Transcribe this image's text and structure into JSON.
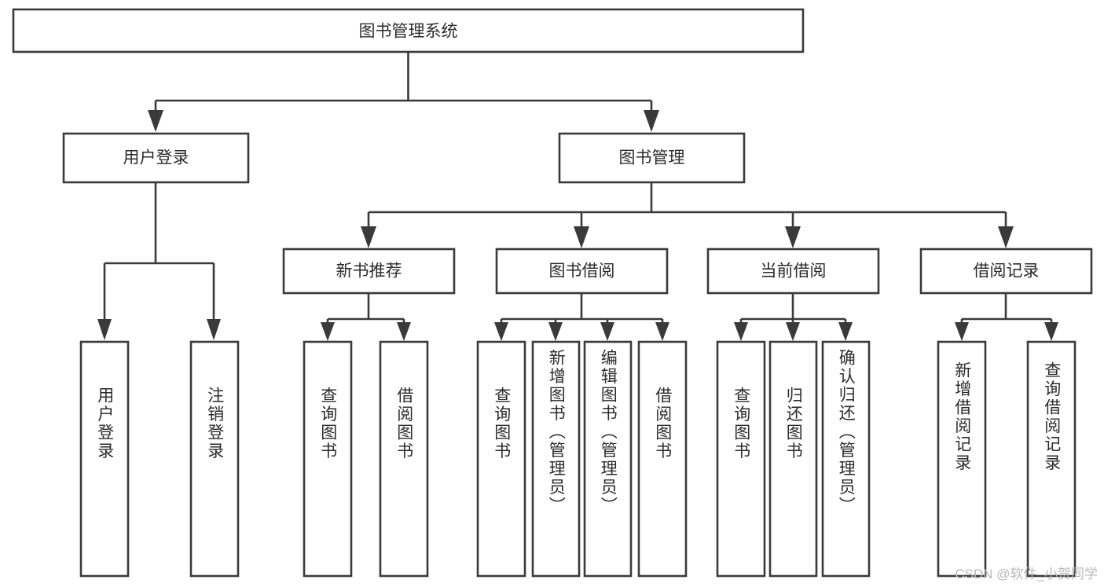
{
  "diagram": {
    "type": "tree",
    "title": "图书管理系统",
    "orientation": "top-down",
    "colors": {
      "box_stroke": "#3a3a3a",
      "box_fill": "#ffffff",
      "text": "#2b2b2b",
      "background": "#ffffff",
      "watermark": "#b9b9b9"
    },
    "root": {
      "label": "图书管理系统"
    },
    "level2": [
      {
        "id": "user-login",
        "label": "用户登录"
      },
      {
        "id": "book-manage",
        "label": "图书管理"
      }
    ],
    "level3": [
      {
        "id": "new-book-recommend",
        "label": "新书推荐"
      },
      {
        "id": "book-borrow",
        "label": "图书借阅"
      },
      {
        "id": "current-borrow",
        "label": "当前借阅"
      },
      {
        "id": "borrow-record",
        "label": "借阅记录"
      }
    ],
    "leaves": {
      "user_login": [
        {
          "id": "leaf-user-login",
          "label": "用户登录"
        },
        {
          "id": "leaf-logout-login",
          "label": "注销登录"
        }
      ],
      "new_book_recommend": [
        {
          "id": "leaf-query-book-1",
          "label": "查询图书"
        },
        {
          "id": "leaf-borrow-book-1",
          "label": "借阅图书"
        }
      ],
      "book_borrow": [
        {
          "id": "leaf-query-book-2",
          "label": "查询图书"
        },
        {
          "id": "leaf-add-book",
          "label": "新增图书（管理员）"
        },
        {
          "id": "leaf-edit-book",
          "label": "编辑图书（管理员）"
        },
        {
          "id": "leaf-borrow-book-2",
          "label": "借阅图书"
        }
      ],
      "current_borrow": [
        {
          "id": "leaf-query-book-3",
          "label": "查询图书"
        },
        {
          "id": "leaf-return-book",
          "label": "归还图书"
        },
        {
          "id": "leaf-confirm-return",
          "label": "确认归还（管理员）"
        }
      ],
      "borrow_record": [
        {
          "id": "leaf-add-record",
          "label": "新增借阅记录"
        },
        {
          "id": "leaf-query-record",
          "label": "查询借阅记录"
        }
      ]
    }
  },
  "watermark": {
    "text": "CSDN @软件_小贺同学"
  }
}
